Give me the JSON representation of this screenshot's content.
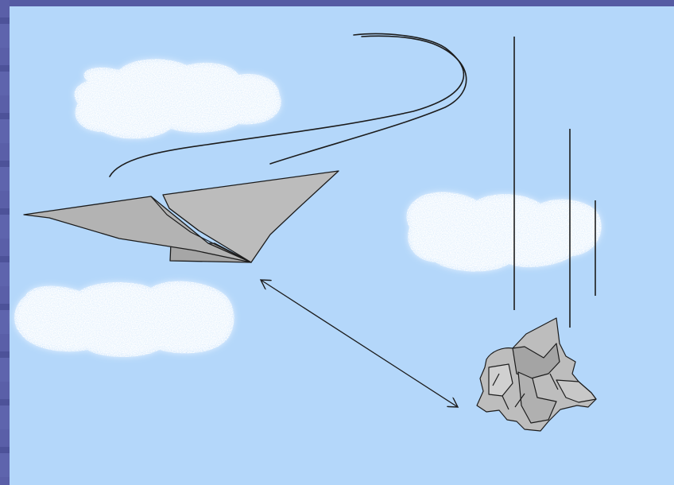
{
  "scene": {
    "colors": {
      "sky": "#b4d7fa",
      "frame": "#4b5099",
      "cloud": "#ffffff",
      "paper": "#b8b8b8",
      "paper_dark": "#9a9a9a",
      "ink": "#1c1c1c"
    },
    "elements": [
      "paper-airplane",
      "crumpled-paper-ball",
      "clouds",
      "motion-lines",
      "double-headed-arrow"
    ]
  }
}
